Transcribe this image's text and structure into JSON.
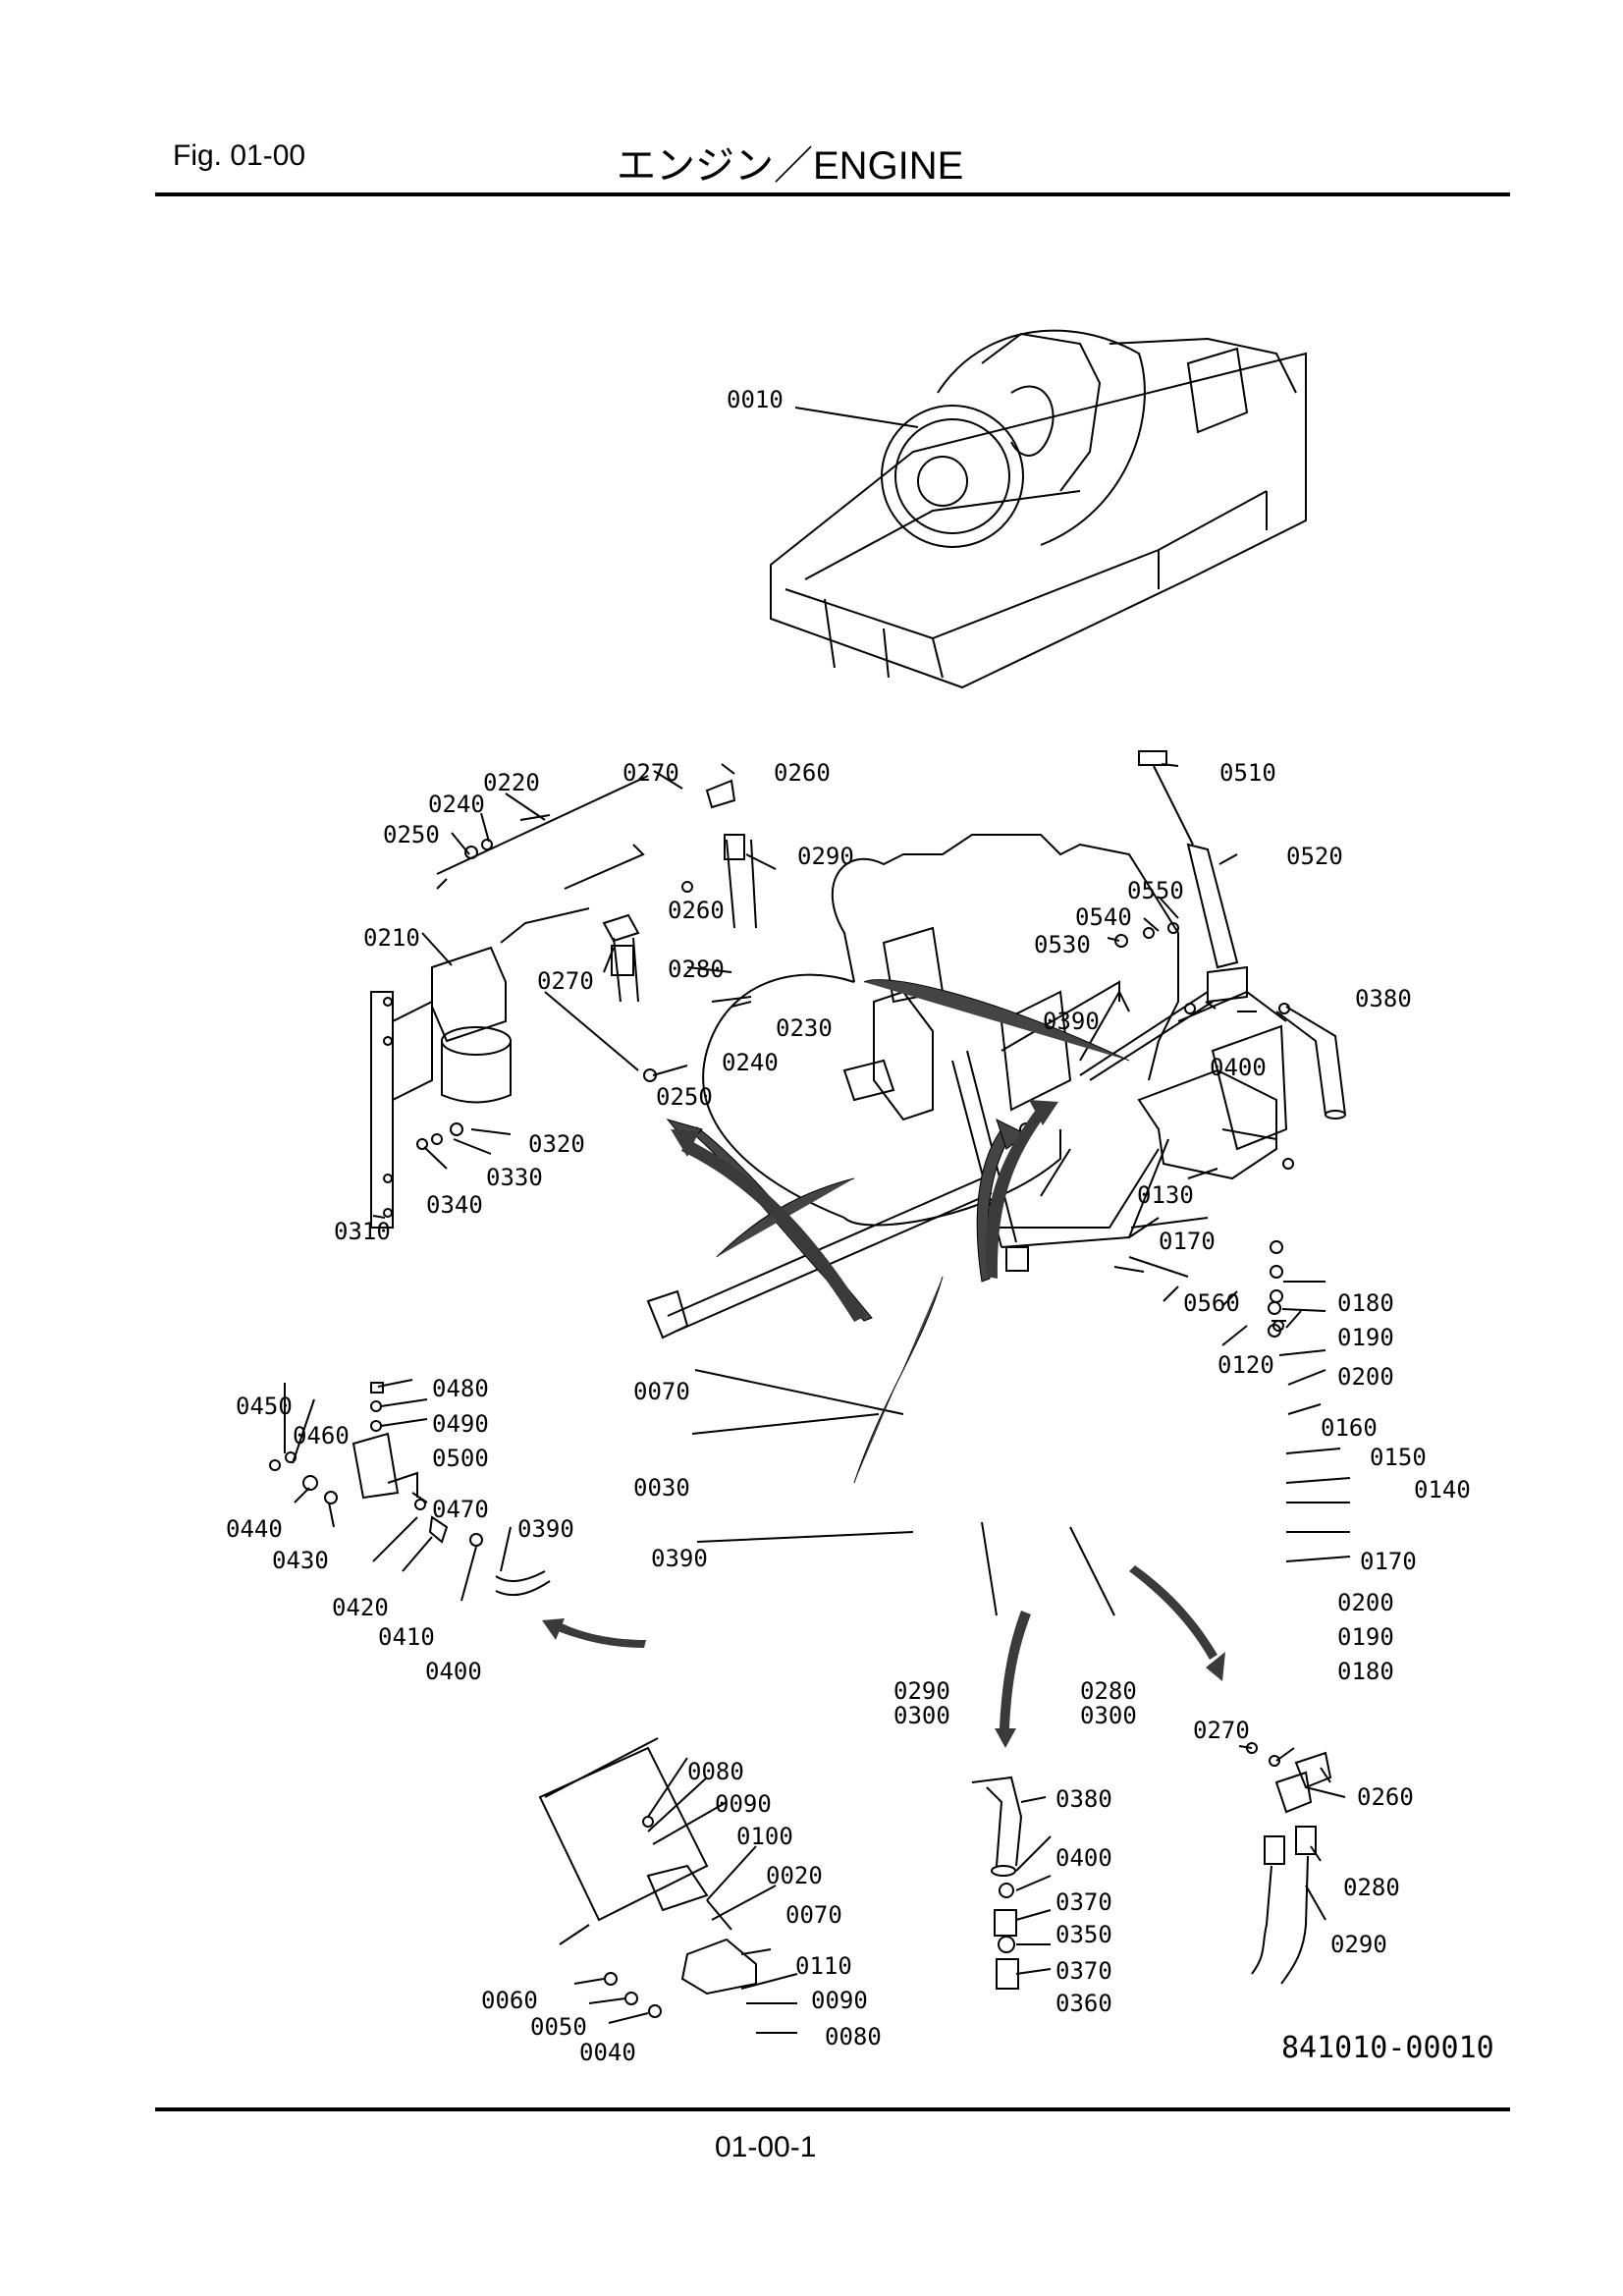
{
  "header": {
    "figure": "Fig.  01-00",
    "title": "エンジン／ENGINE"
  },
  "footer": {
    "page": "01-00-1"
  },
  "drawing_number": "841010-00010",
  "callouts": [
    {
      "id": "c0010",
      "text": "0010"
    },
    {
      "id": "c0220",
      "text": "0220"
    },
    {
      "id": "c0240a",
      "text": "0240"
    },
    {
      "id": "c0250a",
      "text": "0250"
    },
    {
      "id": "c0270a",
      "text": "0270"
    },
    {
      "id": "c0260a",
      "text": "0260"
    },
    {
      "id": "c0290a",
      "text": "0290"
    },
    {
      "id": "c0260b",
      "text": "0260"
    },
    {
      "id": "c0210",
      "text": "0210"
    },
    {
      "id": "c0270b",
      "text": "0270"
    },
    {
      "id": "c0280a",
      "text": "0280"
    },
    {
      "id": "c0230",
      "text": "0230"
    },
    {
      "id": "c0240b",
      "text": "0240"
    },
    {
      "id": "c0250b",
      "text": "0250"
    },
    {
      "id": "c0320",
      "text": "0320"
    },
    {
      "id": "c0330",
      "text": "0330"
    },
    {
      "id": "c0340",
      "text": "0340"
    },
    {
      "id": "c0310",
      "text": "0310"
    },
    {
      "id": "c0510",
      "text": "0510"
    },
    {
      "id": "c0520",
      "text": "0520"
    },
    {
      "id": "c0550",
      "text": "0550"
    },
    {
      "id": "c0540",
      "text": "0540"
    },
    {
      "id": "c0530",
      "text": "0530"
    },
    {
      "id": "c0380a",
      "text": "0380"
    },
    {
      "id": "c0390a",
      "text": "0390"
    },
    {
      "id": "c0400a",
      "text": "0400"
    },
    {
      "id": "c0130",
      "text": "0130"
    },
    {
      "id": "c0170a",
      "text": "0170"
    },
    {
      "id": "c0560",
      "text": "0560"
    },
    {
      "id": "c0180a",
      "text": "0180"
    },
    {
      "id": "c0190a",
      "text": "0190"
    },
    {
      "id": "c0200a",
      "text": "0200"
    },
    {
      "id": "c0120",
      "text": "0120"
    },
    {
      "id": "c0160",
      "text": "0160"
    },
    {
      "id": "c0150",
      "text": "0150"
    },
    {
      "id": "c0140",
      "text": "0140"
    },
    {
      "id": "c0170b",
      "text": "0170"
    },
    {
      "id": "c0200b",
      "text": "0200"
    },
    {
      "id": "c0190b",
      "text": "0190"
    },
    {
      "id": "c0180b",
      "text": "0180"
    },
    {
      "id": "c0070a",
      "text": "0070"
    },
    {
      "id": "c0030",
      "text": "0030"
    },
    {
      "id": "c0390b",
      "text": "0390"
    },
    {
      "id": "c0290b",
      "text": "0290"
    },
    {
      "id": "c0300a",
      "text": "0300"
    },
    {
      "id": "c0280b",
      "text": "0280"
    },
    {
      "id": "c0300b",
      "text": "0300"
    },
    {
      "id": "c0450",
      "text": "0450"
    },
    {
      "id": "c0460",
      "text": "0460"
    },
    {
      "id": "c0480",
      "text": "0480"
    },
    {
      "id": "c0490",
      "text": "0490"
    },
    {
      "id": "c0500",
      "text": "0500"
    },
    {
      "id": "c0440",
      "text": "0440"
    },
    {
      "id": "c0470",
      "text": "0470"
    },
    {
      "id": "c0430",
      "text": "0430"
    },
    {
      "id": "c0390c",
      "text": "0390"
    },
    {
      "id": "c0420",
      "text": "0420"
    },
    {
      "id": "c0410",
      "text": "0410"
    },
    {
      "id": "c0400b",
      "text": "0400"
    },
    {
      "id": "c0080a",
      "text": "0080"
    },
    {
      "id": "c0090a",
      "text": "0090"
    },
    {
      "id": "c0100",
      "text": "0100"
    },
    {
      "id": "c0020",
      "text": "0020"
    },
    {
      "id": "c0070b",
      "text": "0070"
    },
    {
      "id": "c0110",
      "text": "0110"
    },
    {
      "id": "c0090b",
      "text": "0090"
    },
    {
      "id": "c0080b",
      "text": "0080"
    },
    {
      "id": "c0060",
      "text": "0060"
    },
    {
      "id": "c0050",
      "text": "0050"
    },
    {
      "id": "c0040",
      "text": "0040"
    },
    {
      "id": "c0380b",
      "text": "0380"
    },
    {
      "id": "c0400c",
      "text": "0400"
    },
    {
      "id": "c0370a",
      "text": "0370"
    },
    {
      "id": "c0350",
      "text": "0350"
    },
    {
      "id": "c0370b",
      "text": "0370"
    },
    {
      "id": "c0360",
      "text": "0360"
    },
    {
      "id": "c0270c",
      "text": "0270"
    },
    {
      "id": "c0260c",
      "text": "0260"
    },
    {
      "id": "c0280c",
      "text": "0280"
    },
    {
      "id": "c0290c",
      "text": "0290"
    }
  ]
}
